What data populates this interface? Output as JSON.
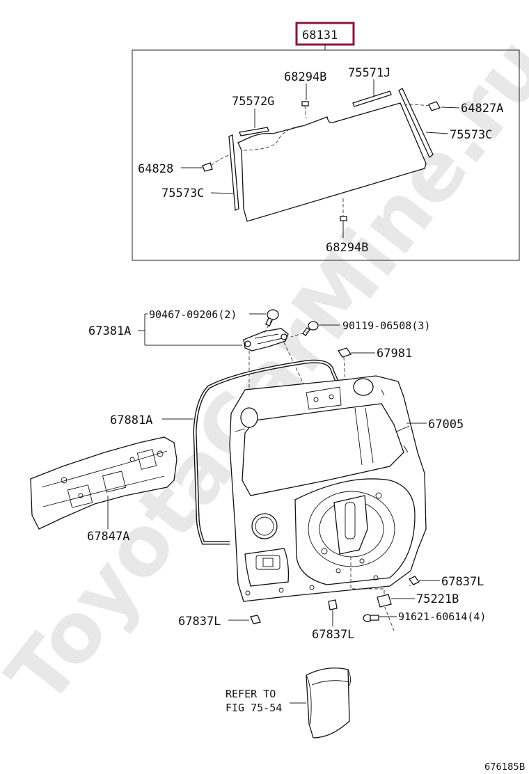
{
  "watermark": "ToyotaCarMine.ru",
  "figure_number": "676185B",
  "highlighted_part": "68131",
  "labels": {
    "p68131": "68131",
    "p68294B_top": "68294B",
    "p75571J": "75571J",
    "p75572G": "75572G",
    "p64827A": "64827A",
    "p75573C_right": "75573C",
    "p64828": "64828",
    "p75573C_left": "75573C",
    "p68294B_bottom": "68294B",
    "p90467": "90467-09206(2)",
    "p67381A": "67381A",
    "p90119": "90119-06508(3)",
    "p67981": "67981",
    "p67881A": "67881A",
    "p67005": "67005",
    "p67847A": "67847A",
    "p67837L_right": "67837L",
    "p75221B": "75221B",
    "p67837L_left": "67837L",
    "p91621": "91621-60614(4)",
    "p67837L_bottom": "67837L",
    "refer_line1": "REFER TO",
    "refer_line2": "FIG 75-54"
  },
  "colors": {
    "highlight_border": "#8b1538",
    "line": "#222222",
    "watermark": "#e8e8e8"
  }
}
